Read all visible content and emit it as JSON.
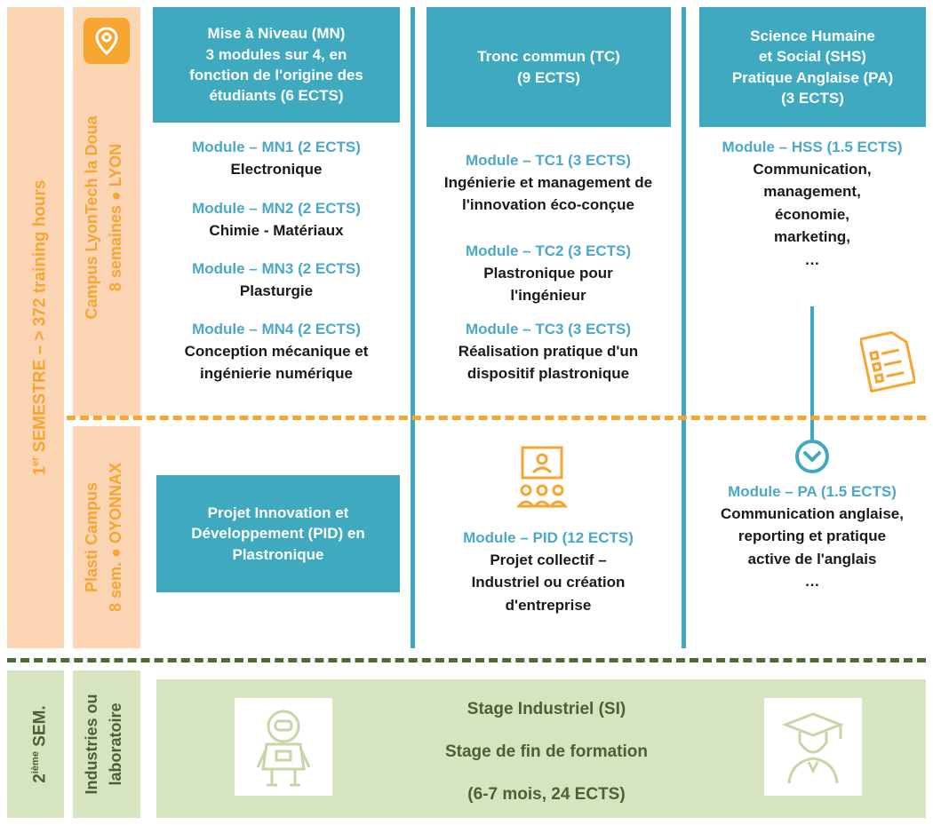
{
  "semester1": {
    "label_main": "SEMESTRE – > 372 training hours",
    "label_prefix": "1",
    "label_sup": "er"
  },
  "campus_lyon": {
    "line1": "Campus LyonTech la Doua",
    "line2": "8 semaines ● LYON"
  },
  "campus_oyonnax": {
    "line1": "Plasti Campus",
    "line2": "8 sem. ● OYONNAX"
  },
  "semester2": {
    "prefix": "2",
    "sup": "ième",
    "main": "SEM."
  },
  "industries": {
    "line1": "Industries ou",
    "line2": "laboratoire"
  },
  "columns": {
    "mn": {
      "header": [
        "Mise à Niveau (MN)",
        "3 modules sur 4, en",
        "fonction de l'origine des",
        "étudiants (6 ECTS)"
      ],
      "modules": [
        {
          "title": "Module – MN1 (2 ECTS)",
          "desc": [
            "Electronique"
          ]
        },
        {
          "title": "Module – MN2 (2 ECTS)",
          "desc": [
            "Chimie - Matériaux"
          ]
        },
        {
          "title": "Module – MN3 (2 ECTS)",
          "desc": [
            "Plasturgie"
          ]
        },
        {
          "title": "Module – MN4 (2 ECTS)",
          "desc": [
            "Conception mécanique et",
            "ingénierie numérique"
          ]
        }
      ]
    },
    "tc": {
      "header": [
        "Tronc commun (TC)",
        "(9 ECTS)"
      ],
      "modules": [
        {
          "title": "Module – TC1 (3 ECTS)",
          "desc": [
            "Ingénierie et management de",
            "l'innovation éco-conçue"
          ]
        },
        {
          "title": "Module – TC2 (3 ECTS)",
          "desc": [
            "Plastronique pour",
            "l'ingénieur"
          ]
        },
        {
          "title": "Module – TC3 (3 ECTS)",
          "desc": [
            "Réalisation pratique d'un",
            "dispositif plastronique"
          ]
        }
      ]
    },
    "shs": {
      "header": [
        "Science Humaine",
        "et Social (SHS)",
        "Pratique Anglaise (PA)",
        "(3 ECTS)"
      ],
      "module": {
        "title": "Module – HSS (1.5 ECTS)",
        "desc": [
          "Communication,",
          "management,",
          "économie,",
          "marketing,",
          "…"
        ]
      }
    }
  },
  "pid": {
    "box": [
      "Projet Innovation et",
      "Développement (PID) en",
      "Plastronique"
    ],
    "module": {
      "title": "Module – PID (12 ECTS)",
      "desc": [
        "Projet collectif –",
        "Industriel ou création",
        "d'entreprise"
      ]
    }
  },
  "pa": {
    "module": {
      "title": "Module – PA (1.5 ECTS)",
      "desc": [
        "Communication anglaise,",
        "reporting et pratique",
        "active de l'anglais",
        "…"
      ]
    }
  },
  "stage": {
    "line1": "Stage Industriel (SI)",
    "line2": "Stage de fin de formation",
    "line3": "(6-7 mois, 24 ECTS)"
  },
  "colors": {
    "peach": "#fbd4b4",
    "orange": "#f6a531",
    "teal": "#3fa9bf",
    "module_title": "#4ba8c8",
    "green_bg": "#d6e4bf",
    "dark_green": "#4e6b33"
  },
  "icons": [
    "location-pin-icon",
    "document-checklist-icon",
    "chevron-down-circle-icon",
    "presentation-audience-icon",
    "astronaut-icon",
    "graduate-icon"
  ]
}
